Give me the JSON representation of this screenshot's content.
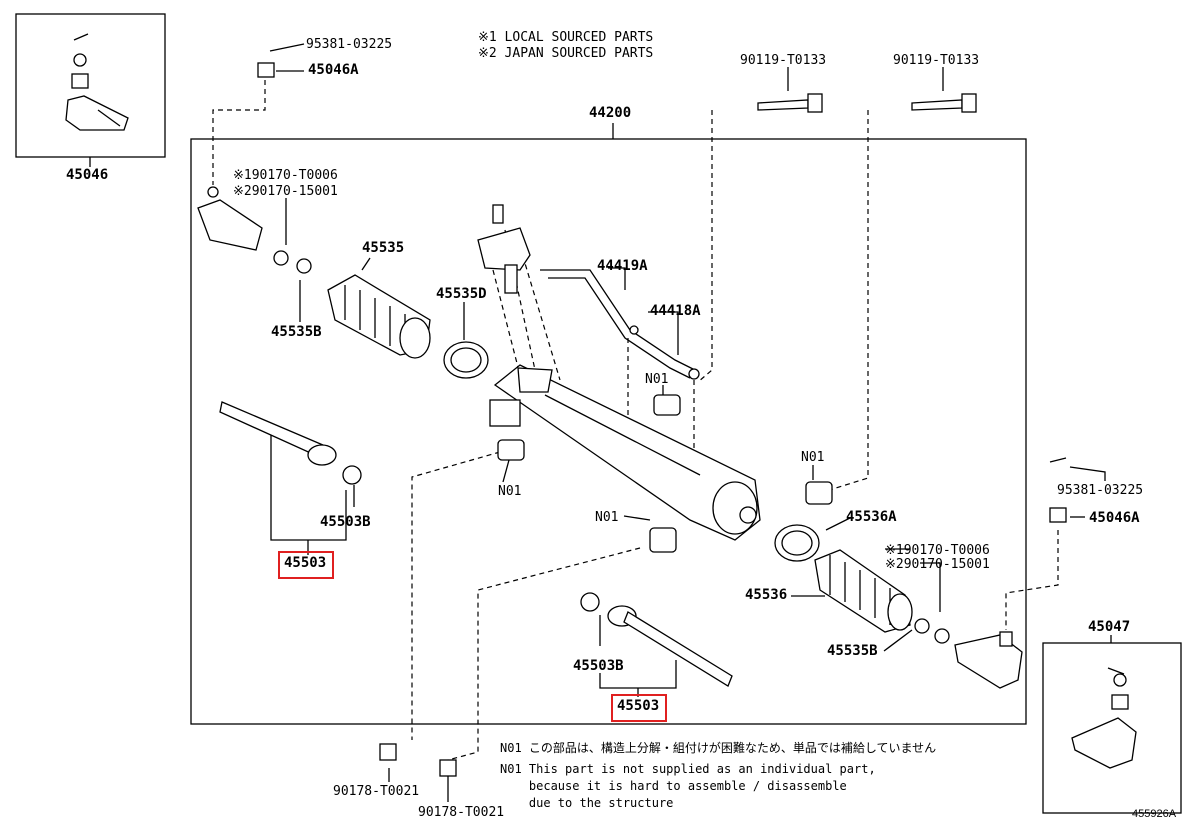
{
  "header": {
    "note1": "※1 LOCAL SOURCED PARTS",
    "note2": "※2 JAPAN SOURCED PARTS"
  },
  "labels": {
    "p44200": "44200",
    "p45046": "45046",
    "p45047": "45047",
    "p95381_top": "95381-03225",
    "p45046A_top": "45046A",
    "p90119_a": "90119-T0133",
    "p90119_b": "90119-T0133",
    "p190170_top": "※190170-T0006",
    "p290170_top": "※290170-15001",
    "p45535": "45535",
    "p45535D": "45535D",
    "p45535B_left": "45535B",
    "p44419A": "44419A",
    "p44418A": "44418A",
    "n01_a": "N01",
    "n01_b": "N01",
    "n01_c": "N01",
    "n01_d": "N01",
    "p45503B_left": "45503B",
    "p45503_left": "45503",
    "p95381_right": "95381-03225",
    "p45046A_right": "45046A",
    "p45536A": "45536A",
    "p190170_right": "※190170-T0006",
    "p290170_right": "※290170-15001",
    "p45536": "45536",
    "p45535B_right": "45535B",
    "p45503B_right": "45503B",
    "p45503_right": "45503",
    "p90178_a": "90178-T0021",
    "p90178_b": "90178-T0021"
  },
  "footnote": {
    "line1": "N01 この部品は、構造上分解・組付けが困難なため、単品では補給していません",
    "line2": "N01 This part is not supplied as an individual part,",
    "line3": "    because it is hard to assemble / disassemble",
    "line4": "    due to the structure"
  },
  "diagram_code": "455926A",
  "highlight_color": "#e02020"
}
